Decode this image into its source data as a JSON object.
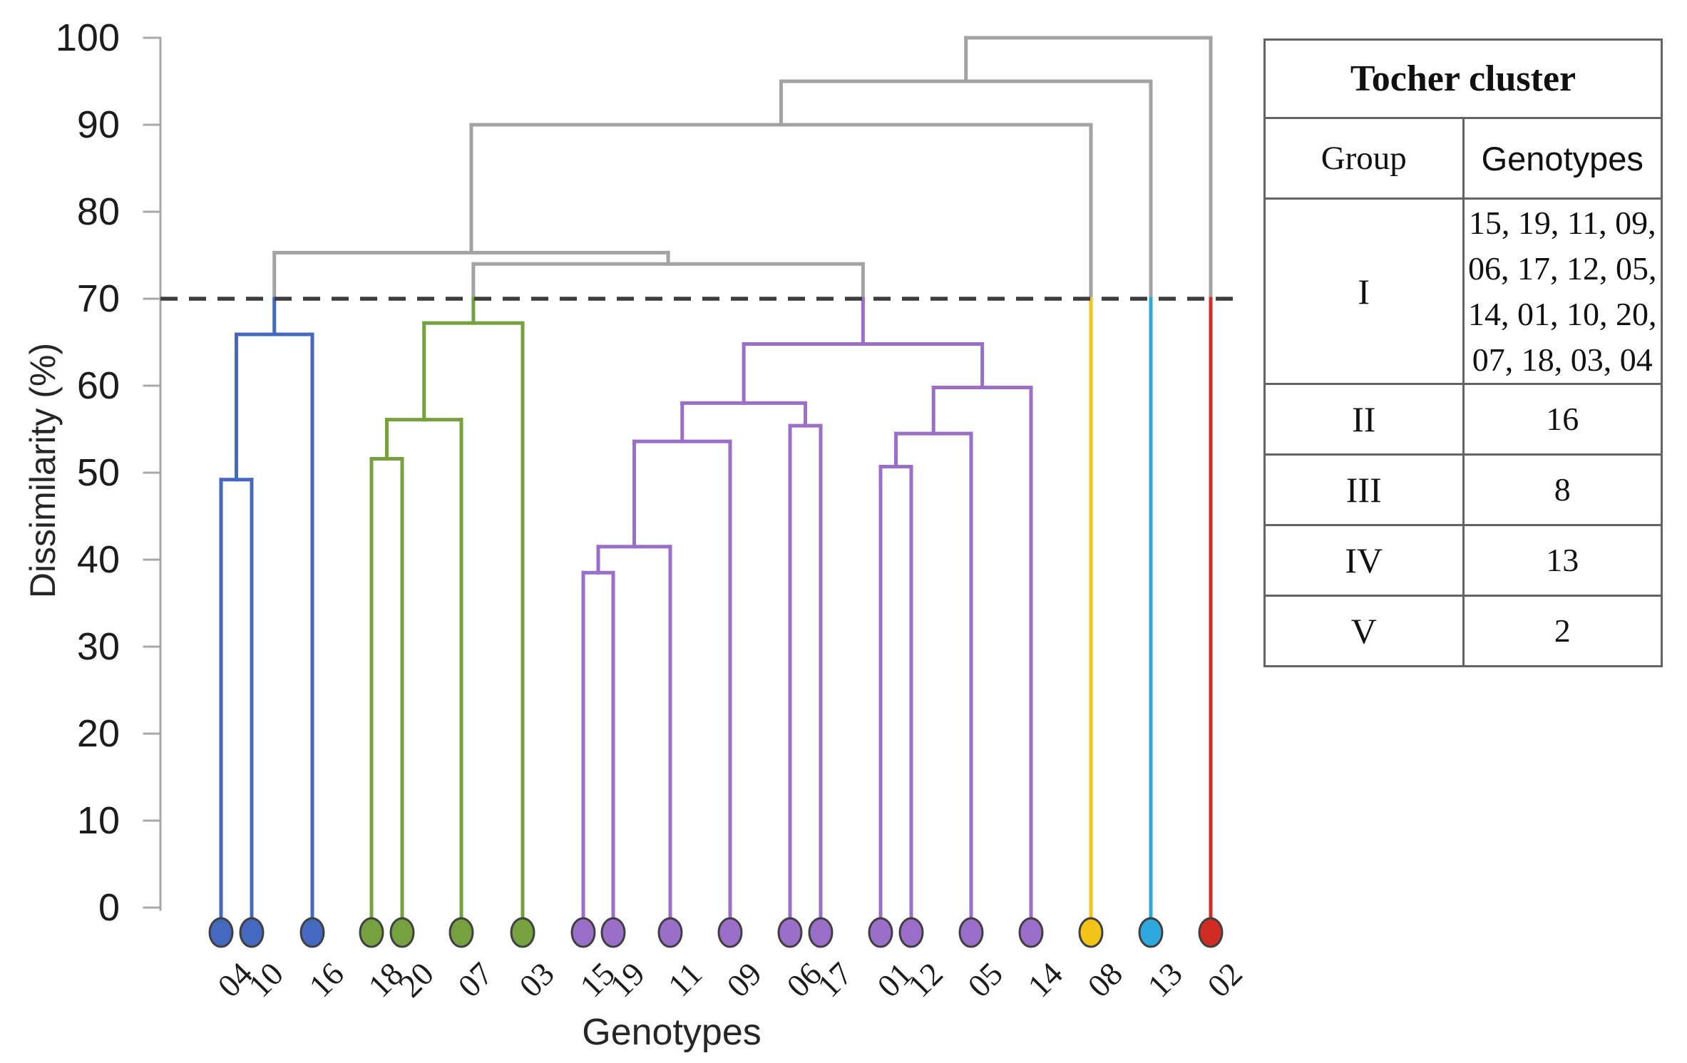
{
  "chart_data": {
    "type": "dendrogram",
    "title": "",
    "xlabel": "Genotypes",
    "ylabel": "Dissimilarity (%)",
    "ylim": [
      0,
      100
    ],
    "yticks": [
      100,
      90,
      80,
      70,
      60,
      50,
      40,
      30,
      20,
      10,
      0
    ],
    "cutoff": 70,
    "grid": "off",
    "legend_position": "none",
    "colors": {
      "blue": "#4569c0",
      "green": "#75a23f",
      "purple": "#9b6ec9",
      "yellow": "#f2c318",
      "cyan": "#2ea9dd",
      "red": "#d02c24",
      "gray": "#a3a3a3",
      "cutoff_dash": "#3d3d3d",
      "axis": "#a8a8a8",
      "dot_outline": "#404040"
    },
    "leaves": [
      {
        "label": "04",
        "x": 310,
        "cluster": "blue"
      },
      {
        "label": "10",
        "x": 353,
        "cluster": "blue"
      },
      {
        "label": "16",
        "x": 438,
        "cluster": "blue"
      },
      {
        "label": "18",
        "x": 521,
        "cluster": "green"
      },
      {
        "label": "20",
        "x": 564,
        "cluster": "green"
      },
      {
        "label": "07",
        "x": 647,
        "cluster": "green"
      },
      {
        "label": "03",
        "x": 733,
        "cluster": "green"
      },
      {
        "label": "15",
        "x": 818,
        "cluster": "purple"
      },
      {
        "label": "19",
        "x": 860,
        "cluster": "purple"
      },
      {
        "label": "11",
        "x": 940,
        "cluster": "purple"
      },
      {
        "label": "09",
        "x": 1024,
        "cluster": "purple"
      },
      {
        "label": "06",
        "x": 1108,
        "cluster": "purple"
      },
      {
        "label": "17",
        "x": 1151,
        "cluster": "purple"
      },
      {
        "label": "01",
        "x": 1235,
        "cluster": "purple"
      },
      {
        "label": "12",
        "x": 1278,
        "cluster": "purple"
      },
      {
        "label": "05",
        "x": 1362,
        "cluster": "purple"
      },
      {
        "label": "14",
        "x": 1446,
        "cluster": "purple"
      },
      {
        "label": "08",
        "x": 1530,
        "cluster": "yellow"
      },
      {
        "label": "13",
        "x": 1614,
        "cluster": "cyan"
      },
      {
        "label": "02",
        "x": 1698,
        "cluster": "red"
      }
    ],
    "merges": [
      {
        "id": "b1",
        "a": "04",
        "b": "10",
        "h": 49.2
      },
      {
        "id": "b2",
        "a": "b1",
        "b": "16",
        "h": 65.9
      },
      {
        "id": "g1",
        "a": "18",
        "b": "20",
        "h": 51.6
      },
      {
        "id": "g2",
        "a": "g1",
        "b": "07",
        "h": 56.1
      },
      {
        "id": "g3",
        "a": "g2",
        "b": "03",
        "h": 67.2
      },
      {
        "id": "p1",
        "a": "15",
        "b": "19",
        "h": 38.5
      },
      {
        "id": "p2",
        "a": "p1",
        "b": "11",
        "h": 41.5
      },
      {
        "id": "p3",
        "a": "p2",
        "b": "09",
        "h": 53.6
      },
      {
        "id": "p4",
        "a": "06",
        "b": "17",
        "h": 55.4
      },
      {
        "id": "p5",
        "a": "p3",
        "b": "p4",
        "h": 58.0
      },
      {
        "id": "p6",
        "a": "01",
        "b": "12",
        "h": 50.7
      },
      {
        "id": "p7",
        "a": "p6",
        "b": "05",
        "h": 54.5
      },
      {
        "id": "p8",
        "a": "p7",
        "b": "14",
        "h": 59.8
      },
      {
        "id": "p9",
        "a": "p5",
        "b": "p8",
        "h": 64.8
      },
      {
        "id": "gb1",
        "a": "g3",
        "b": "p9",
        "h": 74.0
      },
      {
        "id": "gb2",
        "a": "b2",
        "b": "gb1",
        "h": 75.3
      },
      {
        "id": "gb3",
        "a": "gb2",
        "b": "08",
        "h": 90.0
      },
      {
        "id": "gb4",
        "a": "gb3",
        "b": "13",
        "h": 95.0
      },
      {
        "id": "gb5",
        "a": "gb4",
        "b": "02",
        "h": 100.0
      }
    ]
  },
  "tocher_table": {
    "title": "Tocher cluster",
    "columns": [
      "Group",
      "Genotypes"
    ],
    "rows": [
      {
        "group": "I",
        "genotypes": "15, 19, 11, 09,\n06, 17, 12, 05,\n14, 01, 10, 20,\n07, 18, 03, 04"
      },
      {
        "group": "II",
        "genotypes": "16"
      },
      {
        "group": "III",
        "genotypes": "8"
      },
      {
        "group": "IV",
        "genotypes": "13"
      },
      {
        "group": "V",
        "genotypes": "2"
      }
    ]
  }
}
